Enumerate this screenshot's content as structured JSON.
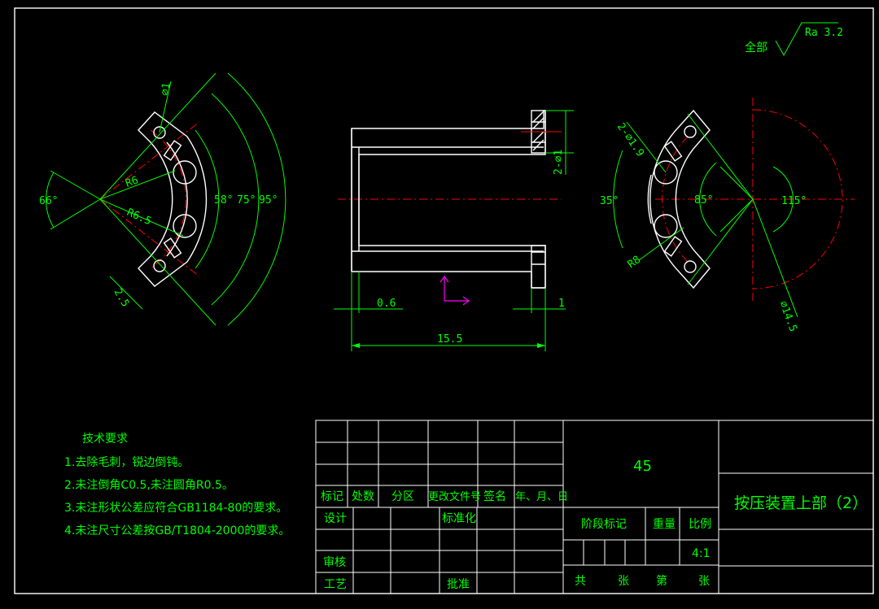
{
  "surface_finish": {
    "label": "全部",
    "value": "Ra 3.2"
  },
  "left_view": {
    "angle_left": "66°",
    "angle_inner": "58°",
    "angle_mid": "75°",
    "angle_outer": "95°",
    "radius_outer": "R6.5",
    "radius_inner": "R6",
    "hole_dia": "⌀1",
    "width": "2.5"
  },
  "front_view": {
    "hole_label": "2-⌀1",
    "wall": "0.6",
    "flange": "1",
    "length": "15.5"
  },
  "right_view": {
    "holes": "2-⌀1.9",
    "angle_left": "35°",
    "angle_mid": "85°",
    "angle_right": "115°",
    "radius": "R8",
    "diameter": "⌀14.5"
  },
  "tech_notes": {
    "title": "技术要求",
    "items": [
      "1.去除毛刺，锐边倒钝。",
      "2.未注倒角C0.5,未注圆角R0.5。",
      "3.未注形状公差应符合GB1184-80的要求。",
      "4.未注尺寸公差按GB/T1804-2000的要求。"
    ]
  },
  "title_block": {
    "material": "45",
    "part_name": "按压装置上部（2）",
    "headers": [
      "标记",
      "处数",
      "分区",
      "更改文件号",
      "签名",
      "年、月、日"
    ],
    "design": "设计",
    "standardize": "标准化",
    "review": "审核",
    "process": "工艺",
    "approve": "批准",
    "stage_mark": "阶段标记",
    "weight": "重量",
    "scale_label": "比例",
    "scale": "4:1",
    "sheets_total": "共",
    "sheets_unit": "张",
    "sheet_no": "第",
    "sheet_unit2": "张"
  }
}
